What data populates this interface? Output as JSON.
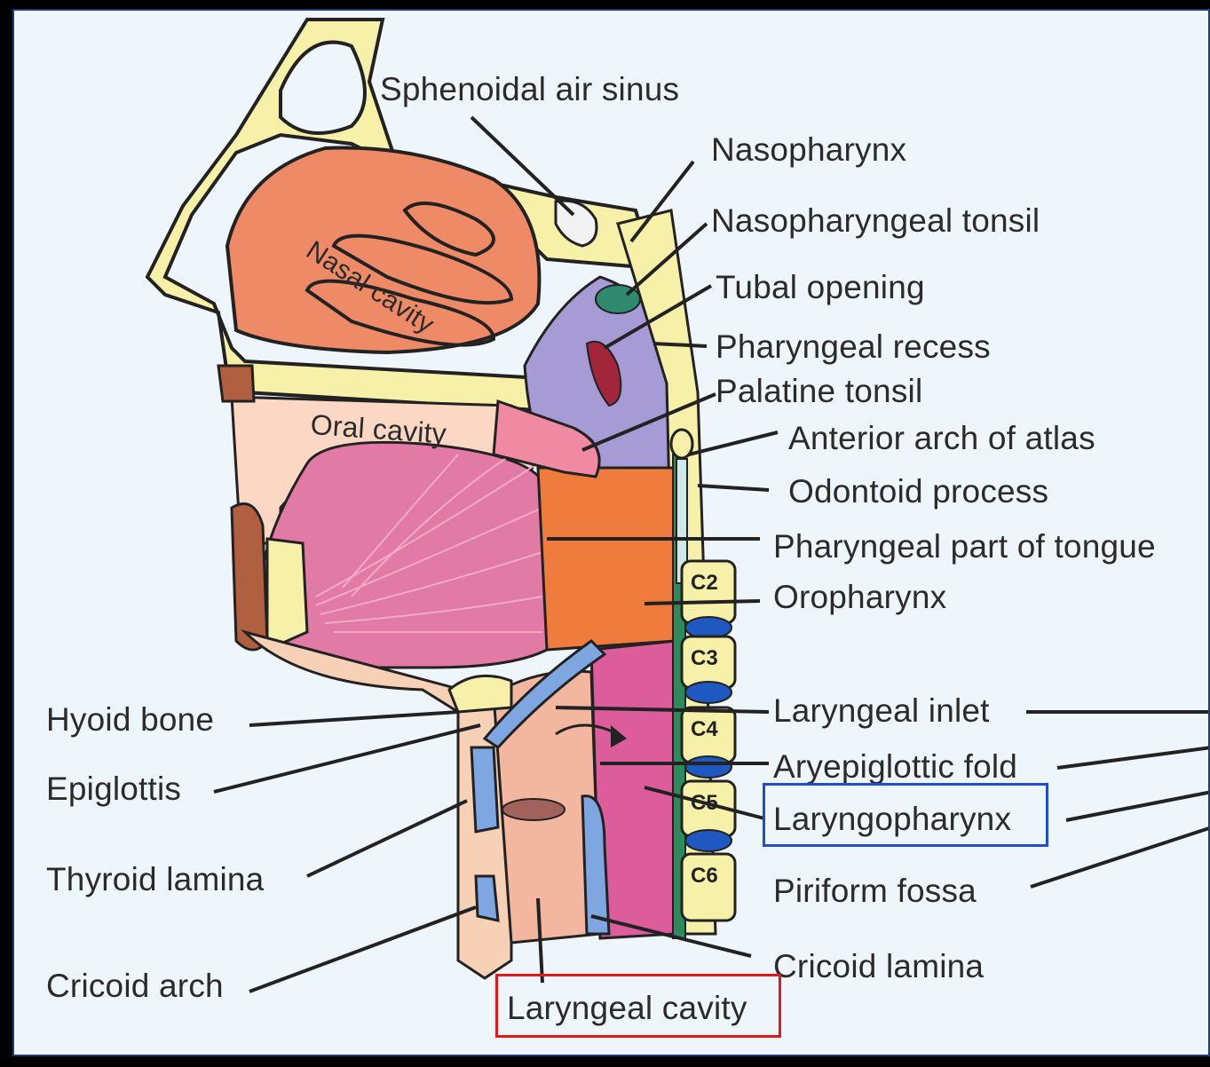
{
  "labels": {
    "sphenoidal_air_sinus": "Sphenoidal air sinus",
    "nasopharynx": "Nasopharynx",
    "nasopharyngeal_tonsil": "Nasopharyngeal tonsil",
    "tubal_opening": "Tubal opening",
    "pharyngeal_recess": "Pharyngeal recess",
    "palatine_tonsil": "Palatine tonsil",
    "anterior_arch_of_atlas": "Anterior arch of atlas",
    "odontoid_process": "Odontoid process",
    "pharyngeal_part_of_tongue": "Pharyngeal part of tongue",
    "oropharynx": "Oropharynx",
    "laryngeal_inlet": "Laryngeal inlet",
    "aryepiglottic_fold": "Aryepiglottic fold",
    "laryngopharynx": "Laryngopharynx",
    "piriform_fossa": "Piriform fossa",
    "cricoid_lamina": "Cricoid lamina",
    "laryngeal_cavity": "Laryngeal cavity",
    "hyoid_bone": "Hyoid bone",
    "epiglottis": "Epiglottis",
    "thyroid_lamina": "Thyroid lamina",
    "cricoid_arch": "Cricoid arch",
    "nasal_cavity": "Nasal cavity",
    "oral_cavity": "Oral cavity"
  },
  "vertebrae": [
    "C2",
    "C3",
    "C4",
    "C5",
    "C6"
  ],
  "colors": {
    "background": "#eef5fb",
    "bone": "#f6f0a8",
    "nasal": "#ee8a66",
    "tongue": "#e27aa6",
    "oropharynx": "#ef7c3c",
    "nasopharynx": "#a69bd4",
    "laryngopharynx": "#dc5c9c",
    "cartilage": "#7ea6e0",
    "highlight_blue": "#1f4fd1",
    "highlight_red": "#e0191f"
  }
}
